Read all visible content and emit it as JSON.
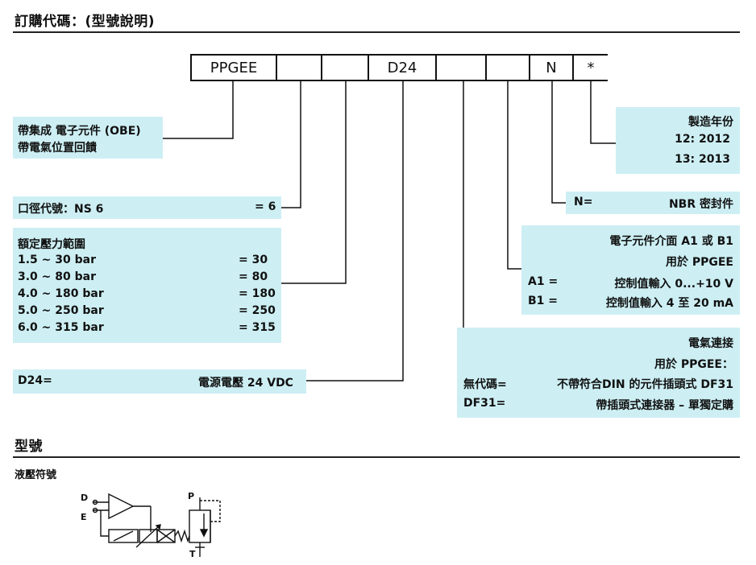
{
  "header": {
    "title": "訂購代碼：(型號說明)"
  },
  "code": {
    "cells": [
      "PPGEE",
      "",
      "",
      "D24",
      "",
      "",
      "N",
      "*"
    ]
  },
  "obe": {
    "line1": "帶集成 電子元件 (OBE)",
    "line2": "帶電氣位置回饋"
  },
  "ns": {
    "label": "口徑代號：NS 6",
    "value": "= 6"
  },
  "pressure": {
    "title": "額定壓力範圍",
    "rows": [
      {
        "range": "1.5 ~ 30 bar",
        "value": "= 30"
      },
      {
        "range": "3.0 ~ 80 bar",
        "value": "= 80"
      },
      {
        "range": "4.0 ~ 180 bar",
        "value": "= 180"
      },
      {
        "range": "5.0 ~ 250 bar",
        "value": "= 250"
      },
      {
        "range": "6.0 ~ 315 bar",
        "value": "= 315"
      }
    ]
  },
  "d24": {
    "label": "D24=",
    "value": "電源電壓 24 VDC"
  },
  "year": {
    "title": "製造年份",
    "row1": "12: 2012",
    "row2": "13: 2013"
  },
  "seal": {
    "label": "N=",
    "value": "NBR 密封件"
  },
  "interface": {
    "title": "電子元件介面  A1 或 B1",
    "subtitle": "用於 PPGEE",
    "rows": [
      {
        "key": "A1 =",
        "value": "控制值輸入 0...+10 V"
      },
      {
        "key": "B1 =",
        "value": "控制值輸入 4 至 20 mA"
      }
    ]
  },
  "electric": {
    "title": "電氣連接",
    "subtitle": "用於 PPGEE：",
    "rows": [
      {
        "key": "無代碼=",
        "value": "不帶符合DIN 的元件插頭式 DF31"
      },
      {
        "key": "DF31=",
        "value": "帶插頭式連接器 – 單獨定購"
      }
    ]
  },
  "model": {
    "title": "型號",
    "symbol_caption": "液壓符號",
    "ports": {
      "d": "D",
      "e": "E",
      "p": "P",
      "t": "T"
    }
  }
}
